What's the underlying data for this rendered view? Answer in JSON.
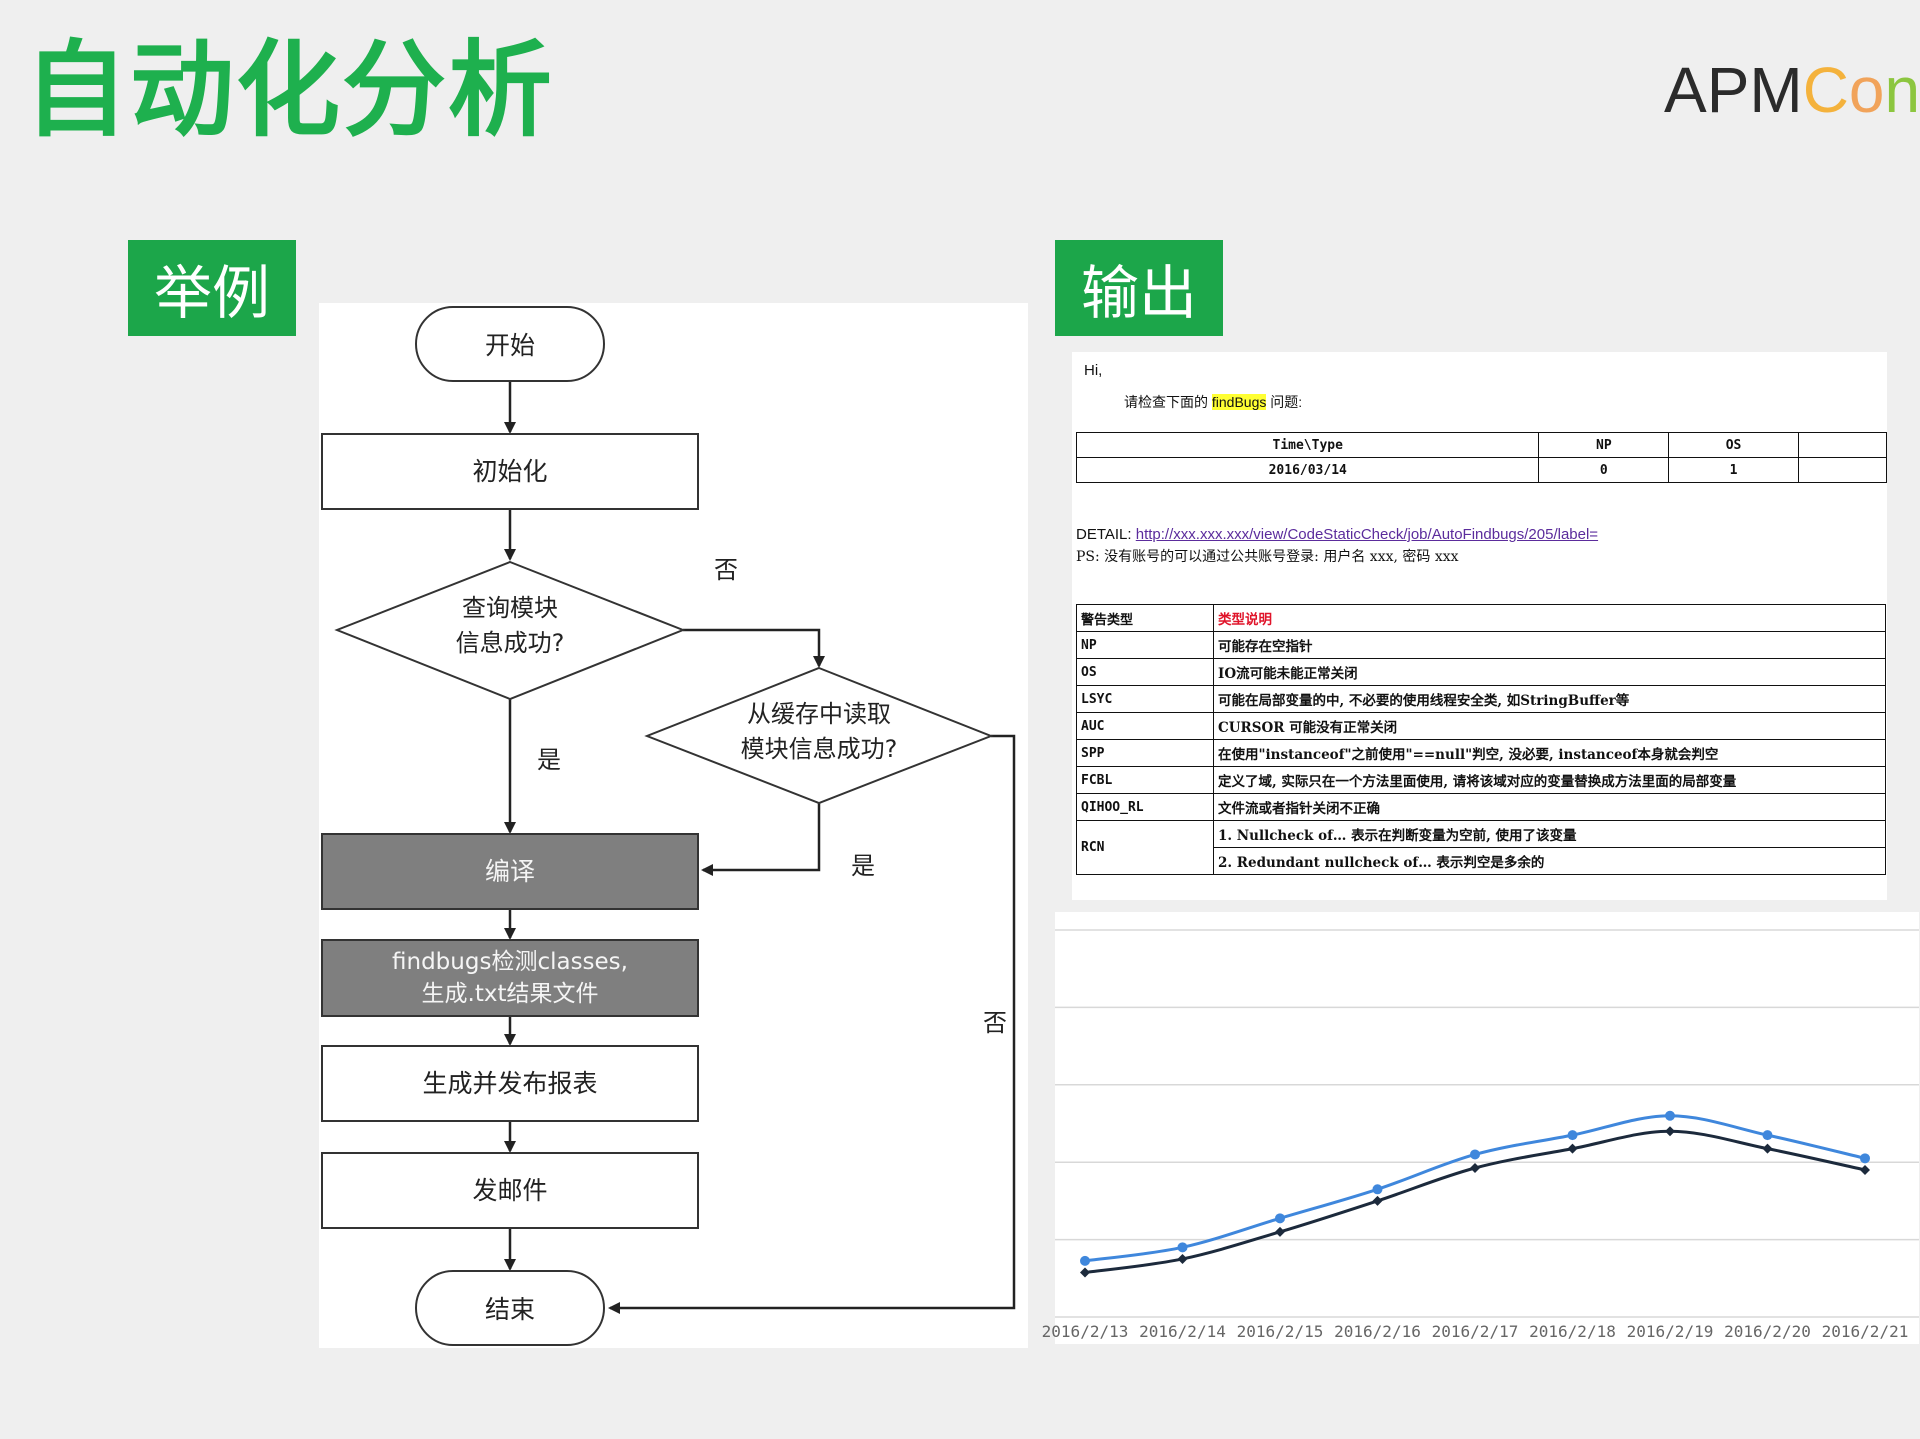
{
  "slide": {
    "title": "自动化分析",
    "logo": {
      "part1": "APM",
      "part2": "C",
      "part3": "o",
      "part4": "n"
    },
    "tag_example": "举例",
    "tag_output": "输出"
  },
  "flow": {
    "start": "开始",
    "init": "初始化",
    "query_line1": "查询模块",
    "query_line2": "信息成功?",
    "cache_line1": "从缓存中读取",
    "cache_line2": "模块信息成功?",
    "compile": "编译",
    "findbugs_line1": "findbugs检测classes,",
    "findbugs_line2": "生成.txt结果文件",
    "report": "生成并发布报表",
    "mail": "发邮件",
    "end": "结束",
    "no1": "否",
    "yes1": "是",
    "yes2": "是",
    "no2": "否"
  },
  "email": {
    "greeting": "Hi,",
    "intro_prefix": "请检查下面的 ",
    "intro_highlight": "findBugs",
    "intro_suffix": " 问题:",
    "summary_headers": [
      "Time\\Type",
      "NP",
      "OS"
    ],
    "summary_row": [
      "2016/03/14",
      "0",
      "1"
    ],
    "detail_label": "DETAIL: ",
    "detail_link": "http://xxx.xxx.xxx/view/CodeStaticCheck/job/AutoFindbugs/205/label=",
    "ps": "PS: 没有账号的可以通过公共账号登录: 用户名 xxx, 密码 xxx",
    "warn_header_type": "警告类型",
    "warn_header_desc": "类型说明",
    "warnings": [
      {
        "type": "NP",
        "desc": "可能存在空指针"
      },
      {
        "type": "OS",
        "desc": "IO流可能未能正常关闭"
      },
      {
        "type": "LSYC",
        "desc": "可能在局部变量的中, 不必要的使用线程安全类, 如StringBuffer等"
      },
      {
        "type": "AUC",
        "desc": "CURSOR 可能没有正常关闭"
      },
      {
        "type": "SPP",
        "desc": "在使用\"instanceof\"之前使用\"==null\"判空, 没必要, instanceof本身就会判空"
      },
      {
        "type": "FCBL",
        "desc": "定义了域, 实际只在一个方法里面使用, 请将该域对应的变量替换成方法里面的局部变量"
      },
      {
        "type": "QIHOO_RL",
        "desc": "文件流或者指针关闭不正确"
      }
    ],
    "rcn_type": "RCN",
    "rcn_desc1": "1. Nullcheck of… 表示在判断变量为空前, 使用了该变量",
    "rcn_desc2": "2. Redundant nullcheck of… 表示判空是多余的"
  },
  "chart_data": {
    "type": "line",
    "title": "",
    "xlabel": "",
    "ylabel": "",
    "grid": true,
    "ylim": [
      0,
      10
    ],
    "categories": [
      "2016/2/13",
      "2016/2/14",
      "2016/2/15",
      "2016/2/16",
      "2016/2/17",
      "2016/2/18",
      "2016/2/19",
      "2016/2/20",
      "2016/2/21"
    ],
    "series": [
      {
        "color": "#3f87dc",
        "values": [
          1.45,
          1.8,
          2.55,
          3.3,
          4.2,
          4.7,
          5.2,
          4.7,
          4.1
        ]
      },
      {
        "color": "#1c2a3c",
        "values": [
          1.15,
          1.5,
          2.2,
          3.0,
          3.85,
          4.35,
          4.8,
          4.35,
          3.8
        ]
      }
    ]
  }
}
